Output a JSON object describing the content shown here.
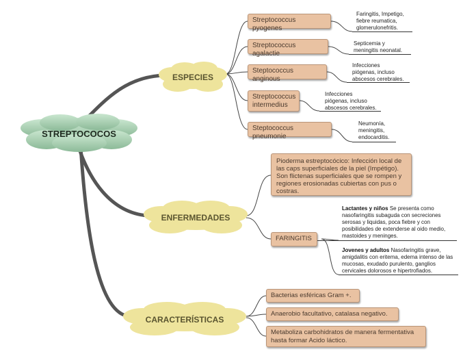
{
  "root": {
    "label": "STREPTOCOCOS"
  },
  "branches": {
    "especies": {
      "label": "ESPECIES",
      "items": [
        {
          "label": "Streptococcus pyogenes",
          "note": [
            "Faringitis, Impetigo,",
            "fiebre reumatica,",
            "glomerulonefritis."
          ]
        },
        {
          "label": "Streptococcus agalactie",
          "note": [
            "Septicemia y",
            "meningitis neonatal."
          ]
        },
        {
          "label": "Steptococcus anginous",
          "note": [
            "Infecciones",
            "piógenas, incluso",
            "abscesos cerebrales."
          ]
        },
        {
          "label": "Streptococcus intermedius",
          "note": [
            "Infecciones",
            "piógenas, incluso",
            "abscesos cerebrales."
          ]
        },
        {
          "label": "Steptococcus pneumonie",
          "note": [
            "Neumonía,",
            "meningitis,",
            "endocarditis."
          ]
        }
      ]
    },
    "enfermedades": {
      "label": "ENFERMEDADES",
      "pioderma": "Pioderma estreptocócico: Infección local de las caps superficiales de la piel (Impétigo). Son flictenas superficiales que se rompen y regiones erosionadas cubiertas con pus o costras.",
      "faringitis": {
        "label": "FARINGITIS",
        "lactantes_title": "Lactantes y niños",
        "lactantes_text": "Se presenta como nasofaringitis subaguda con secreciones serosas y liquidas, poca fiebre y con posibilidades de extenderse al oido medio, mastoides y meninges.",
        "jovenes_title": "Jovenes y adultos",
        "jovenes_text": "Nasofaringitis grave, amigdalitis con eritema, edema intenso de las mucosas, exudado purulento, ganglios cervicales dolorosos e hipertrofiados."
      }
    },
    "caracteristicas": {
      "label": "CARACTERÍSTICAS",
      "items": [
        "Bacterias esféricas Gram +.",
        "Anaerobio facultativo, catalasa negativo.",
        "Metaboliza carbohidratos de manera fermentativa hasta formar Acido láctico."
      ]
    }
  },
  "colors": {
    "root_cloud": "#a9cfb2",
    "branch_cloud": "#eee49c",
    "box": "#e9c2a2",
    "trunk": "#555555"
  }
}
